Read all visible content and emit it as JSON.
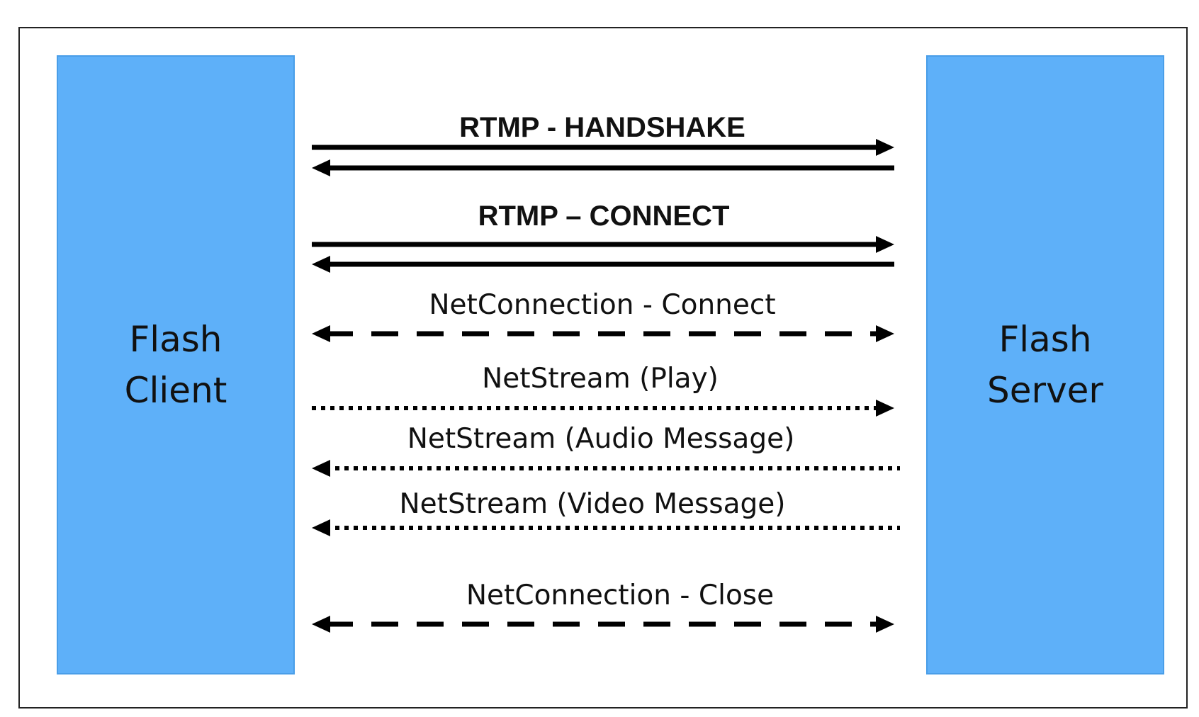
{
  "colors": {
    "actor_fill": "#5eb0f9",
    "actor_border": "#4a9ee8",
    "arrow": "#000000",
    "frame": "#222222"
  },
  "client": {
    "line1": "Flash",
    "line2": "Client"
  },
  "server": {
    "line1": "Flash",
    "line2": "Server"
  },
  "messages": [
    {
      "id": "handshake",
      "label": "RTMP - HANDSHAKE",
      "style": "solid",
      "direction": "both-pair",
      "bold": true
    },
    {
      "id": "connect",
      "label": "RTMP –  CONNECT",
      "style": "solid",
      "direction": "both-pair",
      "bold": true
    },
    {
      "id": "netconnection-connect",
      "label": "NetConnection - Connect",
      "style": "dashed",
      "direction": "bidirectional",
      "bold": false
    },
    {
      "id": "netstream-play",
      "label": "NetStream (Play)",
      "style": "dotted",
      "direction": "to-server",
      "bold": false
    },
    {
      "id": "netstream-audio",
      "label": "NetStream (Audio Message)",
      "style": "dotted",
      "direction": "to-client",
      "bold": false
    },
    {
      "id": "netstream-video",
      "label": "NetStream (Video Message)",
      "style": "dotted",
      "direction": "to-client",
      "bold": false
    },
    {
      "id": "netconnection-close",
      "label": "NetConnection - Close",
      "style": "dashed",
      "direction": "bidirectional",
      "bold": false
    }
  ]
}
